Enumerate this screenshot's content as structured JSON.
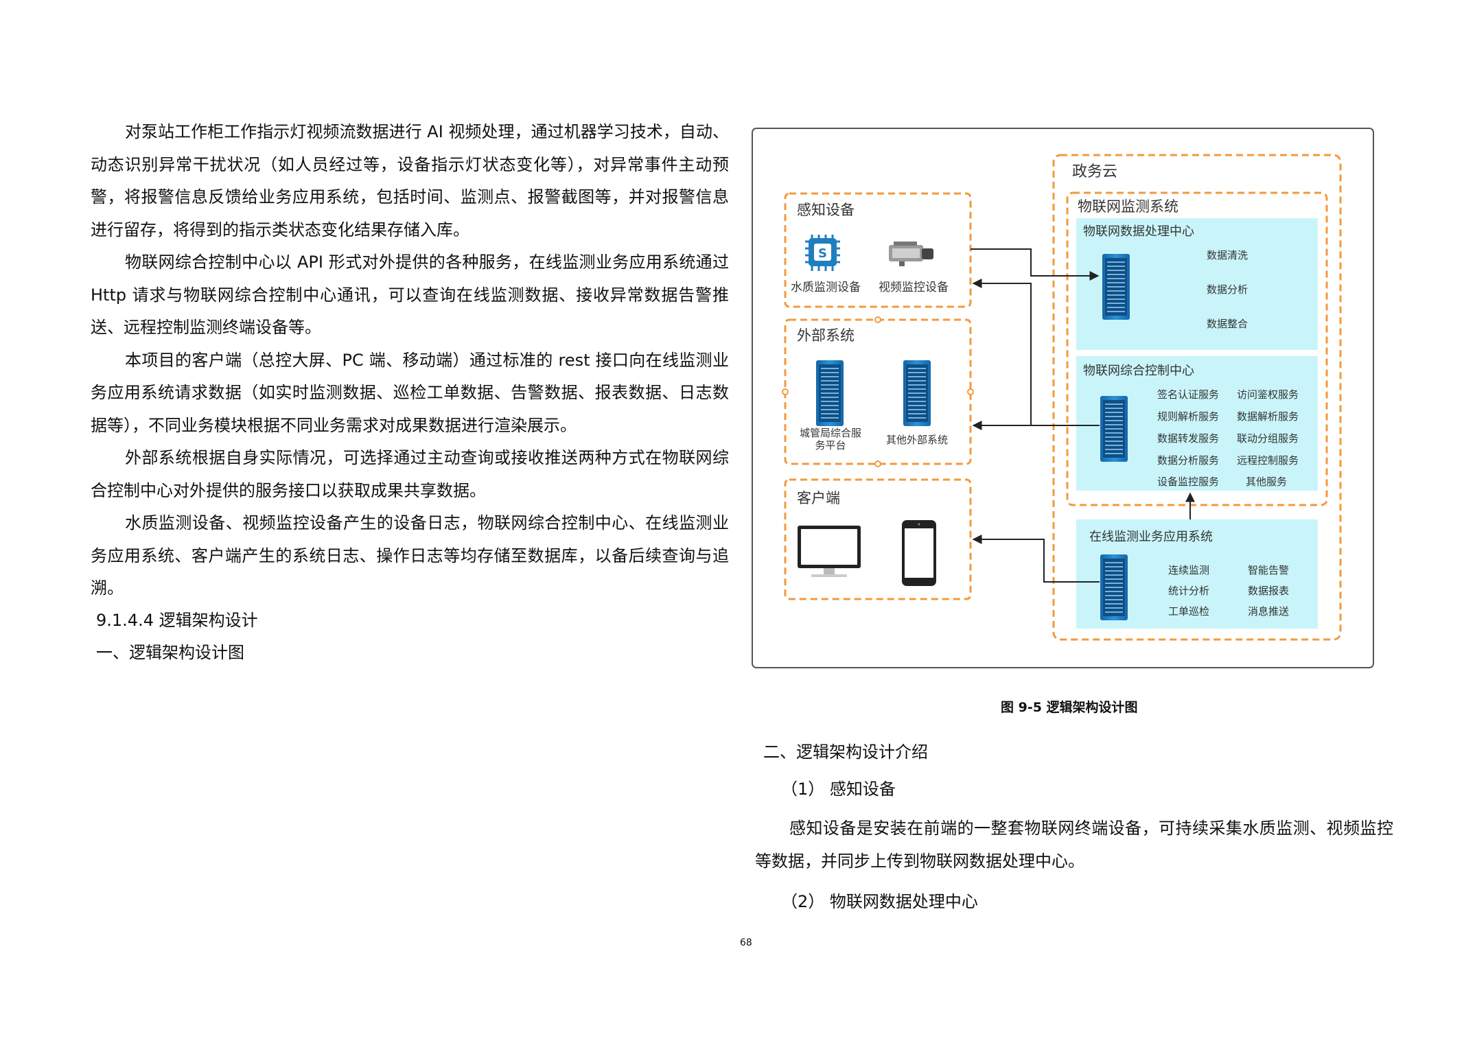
{
  "left_column": {
    "paragraphs": [
      "对泵站工作柜工作指示灯视频流数据进行 AI 视频处理，通过机器学习技术，自动、动态识别异常干扰状况（如人员经过等，设备指示灯状态变化等），对异常事件主动预警，将报警信息反馈给业务应用系统，包括时间、监测点、报警截图等，并对报警信息进行留存，将得到的指示类状态变化结果存储入库。",
      "物联网综合控制中心以 API 形式对外提供的各种服务，在线监测业务应用系统通过 Http 请求与物联网综合控制中心通讯，可以查询在线监测数据、接收异常数据告警推送、远程控制监测终端设备等。",
      "本项目的客户端（总控大屏、PC 端、移动端）通过标准的 rest 接口向在线监测业务应用系统请求数据（如实时监测数据、巡检工单数据、告警数据、报表数据、日志数据等），不同业务模块根据不同业务需求对成果数据进行渲染展示。",
      "外部系统根据自身实际情况，可选择通过主动查询或接收推送两种方式在物联网综合控制中心对外提供的服务接口以获取成果共享数据。",
      "水质监测设备、视频监控设备产生的设备日志，物联网综合控制中心、在线监测业务应用系统、客户端产生的系统日志、操作日志等均存储至数据库，以备后续查询与追溯。"
    ],
    "section_title": "9.1.4.4 逻辑架构设计",
    "subsection_title": "一、逻辑架构设计图"
  },
  "diagram": {
    "gov_cloud": "政务云",
    "iot_monitor_system": "物联网监测系统",
    "data_center": {
      "title": "物联网数据处理中心",
      "items": [
        "数据清洗",
        "数据分析",
        "数据整合"
      ]
    },
    "control_center": {
      "title": "物联网综合控制中心",
      "services": [
        "签名认证服务",
        "访问鉴权服务",
        "规则解析服务",
        "数据解析服务",
        "数据转发服务",
        "联动分组服务",
        "数据分析服务",
        "远程控制服务",
        "设备监控服务",
        "其他服务"
      ]
    },
    "online_system": {
      "title": "在线监测业务应用系统",
      "items": [
        "连续监测",
        "智能告警",
        "统计分析",
        "数据报表",
        "工单巡检",
        "消息推送"
      ]
    },
    "sensing": {
      "title": "感知设备",
      "items": [
        "水质监测设备",
        "视频监控设备"
      ]
    },
    "external": {
      "title": "外部系统",
      "item1_line1": "城管局综合服",
      "item1_line2": "务平台",
      "item2": "其他外部系统"
    },
    "client": {
      "title": "客户端"
    },
    "colors": {
      "orange": "#f29a3c",
      "cyan": "#c9f5fa",
      "server": "#1f7ec0"
    }
  },
  "figure_caption": "图 9-5 逻辑架构设计图",
  "right_column": {
    "heading2": "二、逻辑架构设计介绍",
    "item1_title": "（1） 感知设备",
    "item1_text": "感知设备是安装在前端的一整套物联网终端设备，可持续采集水质监测、视频监控等数据，并同步上传到物联网数据处理中心。",
    "item2_title": "（2） 物联网数据处理中心"
  },
  "page_number": "68"
}
